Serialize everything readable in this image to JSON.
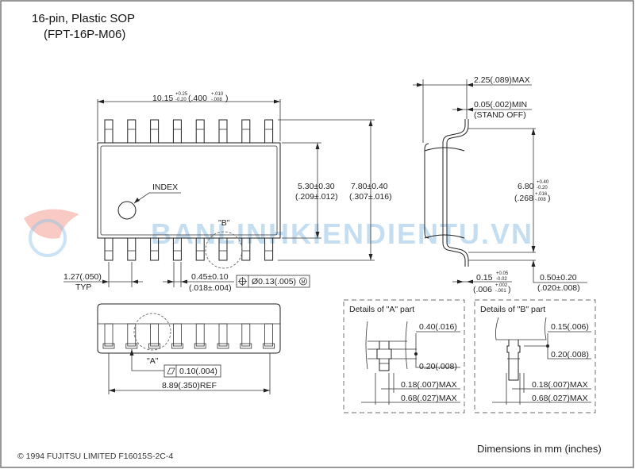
{
  "title": {
    "line1": "16-pin, Plastic SOP",
    "line2": "(FPT-16P-M06)"
  },
  "top_view": {
    "length": {
      "main": "10.15",
      "tol_plus": "+0.25",
      "tol_minus": "-0.20",
      "inch_open": "(.400",
      "inch_tol_plus": "+.010",
      "inch_tol_minus": "-.008",
      "inch_close": ")"
    },
    "body_width": {
      "mm": "5.30±0.30",
      "inch": "(.209±.012)"
    },
    "overall_width": {
      "mm": "7.80±0.40",
      "inch": "(.307±.016)"
    },
    "index_label": "INDEX",
    "detail_b_label": "\"B\"",
    "pitch": {
      "mm": "1.27(.050)",
      "note": "TYP"
    },
    "lead_width": {
      "mm": "0.45±0.10",
      "inch": "(.018±.004)"
    },
    "position_tolerance": "Ø0.13(.005)",
    "modifier": "M"
  },
  "front_view": {
    "detail_a_label": "\"A\"",
    "flatness": "0.10(.004)",
    "ref_length": "8.89(.350)REF"
  },
  "side_view": {
    "height": "2.25(.089)MAX",
    "standoff": "0.05(.002)MIN",
    "standoff_note": "(STAND OFF)",
    "span": {
      "main": "6.80",
      "tol_plus": "+0.40",
      "tol_minus": "-0.20",
      "inch_open": "(.268",
      "inch_tol_plus": "+.016",
      "inch_tol_minus": "-.008",
      "inch_close": ")"
    },
    "thickness": {
      "main": "0.15",
      "tol_plus": "+0.05",
      "tol_minus": "-0.02",
      "inch_open": "(.006",
      "inch_tol_plus": "+.002",
      "inch_tol_minus": "-.001",
      "inch_close": ")"
    },
    "foot": {
      "mm": "0.50±0.20",
      "inch": "(.020±.008)"
    }
  },
  "detail_a": {
    "title": "Details of \"A\" part",
    "dim1": "0.40(.016)",
    "dim2": "0.20(.008)",
    "dim3": "0.18(.007)MAX",
    "dim4": "0.68(.027)MAX"
  },
  "detail_b": {
    "title": "Details of \"B\" part",
    "dim1": "0.15(.006)",
    "dim2": "0.20(.008)",
    "dim3": "0.18(.007)MAX",
    "dim4": "0.68(.027)MAX"
  },
  "footer": {
    "copyright": "© 1994 FUJITSU LIMITED F16015S-2C-4",
    "units": "Dimensions in mm (inches)"
  },
  "watermark": "BANLINHKIENDIENTU.VN"
}
